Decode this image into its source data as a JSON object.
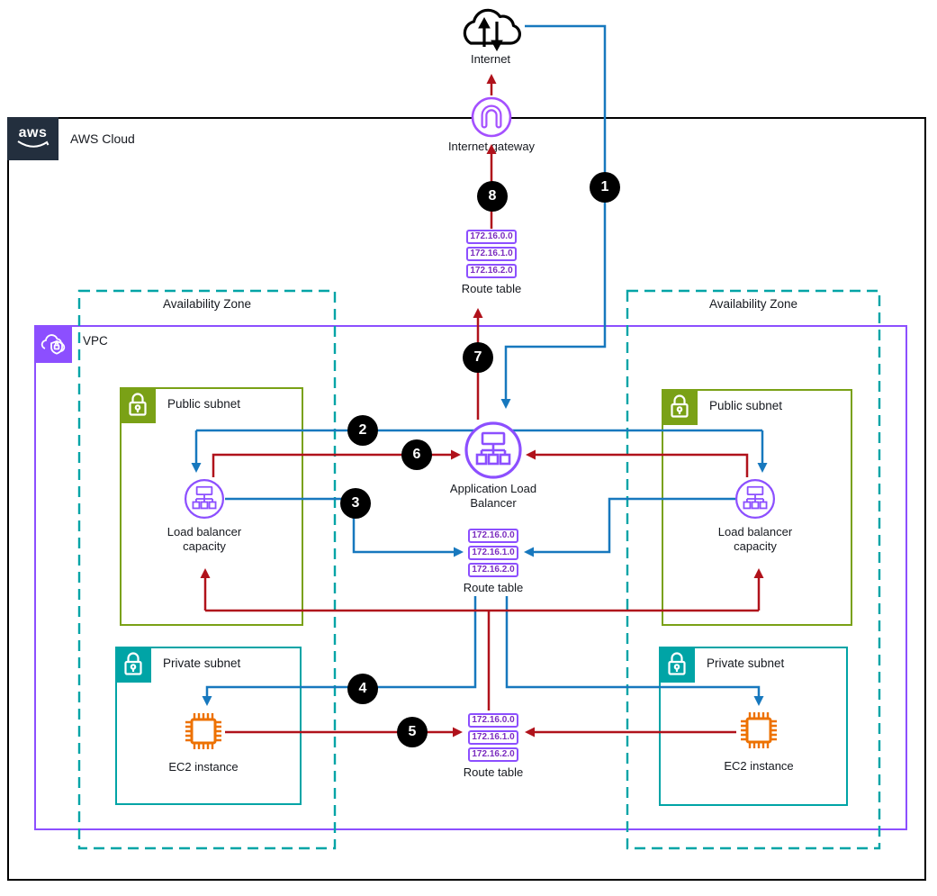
{
  "containers": {
    "aws_cloud": {
      "label": "AWS Cloud",
      "logo_text": "aws"
    },
    "vpc": {
      "label": "VPC"
    },
    "availability_zones": [
      {
        "label": "Availability Zone"
      },
      {
        "label": "Availability Zone"
      }
    ],
    "public_subnets": [
      {
        "label": "Public subnet"
      },
      {
        "label": "Public subnet"
      }
    ],
    "private_subnets": [
      {
        "label": "Private subnet"
      },
      {
        "label": "Private subnet"
      }
    ]
  },
  "nodes": {
    "internet": {
      "label": "Internet"
    },
    "internet_gateway": {
      "label": "Internet gateway"
    },
    "application_load_balancer": {
      "label": "Application Load Balancer"
    },
    "load_balancer_capacity_left": {
      "label": "Load balancer capacity"
    },
    "load_balancer_capacity_right": {
      "label": "Load balancer capacity"
    },
    "ec2_left": {
      "label": "EC2 instance"
    },
    "ec2_right": {
      "label": "EC2 instance"
    }
  },
  "route_tables": [
    {
      "label": "Route table",
      "entries": [
        "172.16.0.0",
        "172.16.1.0",
        "172.16.2.0"
      ]
    },
    {
      "label": "Route table",
      "entries": [
        "172.16.0.0",
        "172.16.1.0",
        "172.16.2.0"
      ]
    },
    {
      "label": "Route table",
      "entries": [
        "172.16.0.0",
        "172.16.1.0",
        "172.16.2.0"
      ]
    }
  ],
  "step_badges": [
    "1",
    "2",
    "3",
    "4",
    "5",
    "6",
    "7",
    "8"
  ],
  "colors": {
    "vpc_purple": "#8C4FFF",
    "public_subnet_green": "#7AA116",
    "private_subnet_teal": "#00A4A6",
    "availability_zone_teal": "#00A4A6",
    "ec2_orange": "#ED7100",
    "flow_blue": "#1778BE",
    "flow_red": "#B0121B",
    "aws_navy": "#232F3E",
    "badge_black": "#000000"
  }
}
